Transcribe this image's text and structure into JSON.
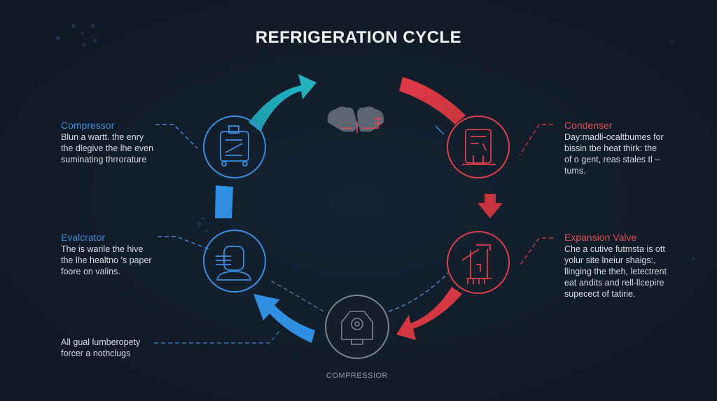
{
  "title": "REFRIGERATION CYCLE",
  "labels": {
    "compressor": {
      "heading": "Compressor",
      "lines": [
        "Blun a wartt. the enry",
        "the dlegive the lhe even",
        "suminating thrrorature"
      ]
    },
    "condenser": {
      "heading": "Condenser",
      "lines": [
        "Day:madli-ocaltbumes for",
        "bissin tbe heat thirk: the",
        "of o gent, reas stales tl –",
        "tums."
      ]
    },
    "evaporator": {
      "heading": "Evalcrator",
      "lines": [
        "The is warile the hive",
        "the lhe healtno 's paper",
        "foore on valins."
      ]
    },
    "expansion_valve": {
      "heading": "Expansion Valve",
      "lines": [
        "Che a cutive futmsta is ott",
        "yolur site lneiur shaigs:,",
        "llinging the theh, letectrent",
        "eat andits and rell-llcepire",
        "supecect of tatirie."
      ]
    },
    "bottom_note": {
      "lines": [
        "All gual lumberopety",
        "forcer a nothclugs"
      ]
    }
  },
  "bottom_caption": "COMPRESSIOR",
  "colors": {
    "background": "#111c28",
    "blue": "#2f8fe0",
    "cyan": "#1fa6b8",
    "red": "#e03a45",
    "gray": "#7a8593"
  }
}
